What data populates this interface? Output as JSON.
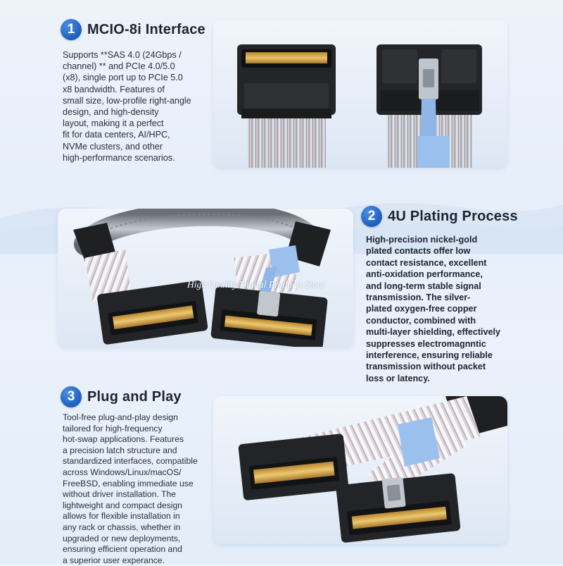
{
  "sections": [
    {
      "number": "1",
      "title": "MCIO-8i Interface",
      "lines": [
        "Supports **SAS 4.0 (24Gbps /",
        "channel) ** and PCIe 4.0/5.0",
        "(x8), single port up to PCIe 5.0",
        "x8 bandwidth. Features of",
        "small size, low-profile right-angle",
        "design, and high-density",
        "layout, making it a perfect",
        "fit for data centers, AI/HPC,",
        "NVMe clusters, and other",
        "high-performance scenarios."
      ]
    },
    {
      "number": "2",
      "title": "4U Plating Process",
      "lines": [
        "High-precision nickel-gold",
        "plated contacts offer low",
        "contact resistance, excellent",
        "anti-oxidation performance,",
        "and long-term stable signal",
        "transmission. The silver-",
        "plated oxygen-free copper",
        "conductor, combined with",
        "multi-layer shielding, effectively",
        "suppresses electromagnntic",
        "interference, ensuring reliable",
        "transmission without packet",
        "loss or latency."
      ]
    },
    {
      "number": "3",
      "title": "Plug and Play",
      "lines": [
        "Tool-free plug-and-play design",
        "tailored for high-frequency",
        "hot-swap applications. Features",
        "a precision latch structure and",
        "standardized interfaces, compatible",
        "across Windows/Linux/macOS/",
        "FreeBSD, enabling immediate use",
        "without driver installation. The",
        "lightweight and compact design",
        "allows for flexible installation in",
        "any rack or chassis, whether in",
        "upgraded or new deployments,",
        "ensuring efficient operation and",
        "a superior user experance."
      ]
    }
  ],
  "watermark": "High Quality Digital Products Store",
  "colors": {
    "accent": "#1b5fbf",
    "text": "#2a2f38"
  }
}
